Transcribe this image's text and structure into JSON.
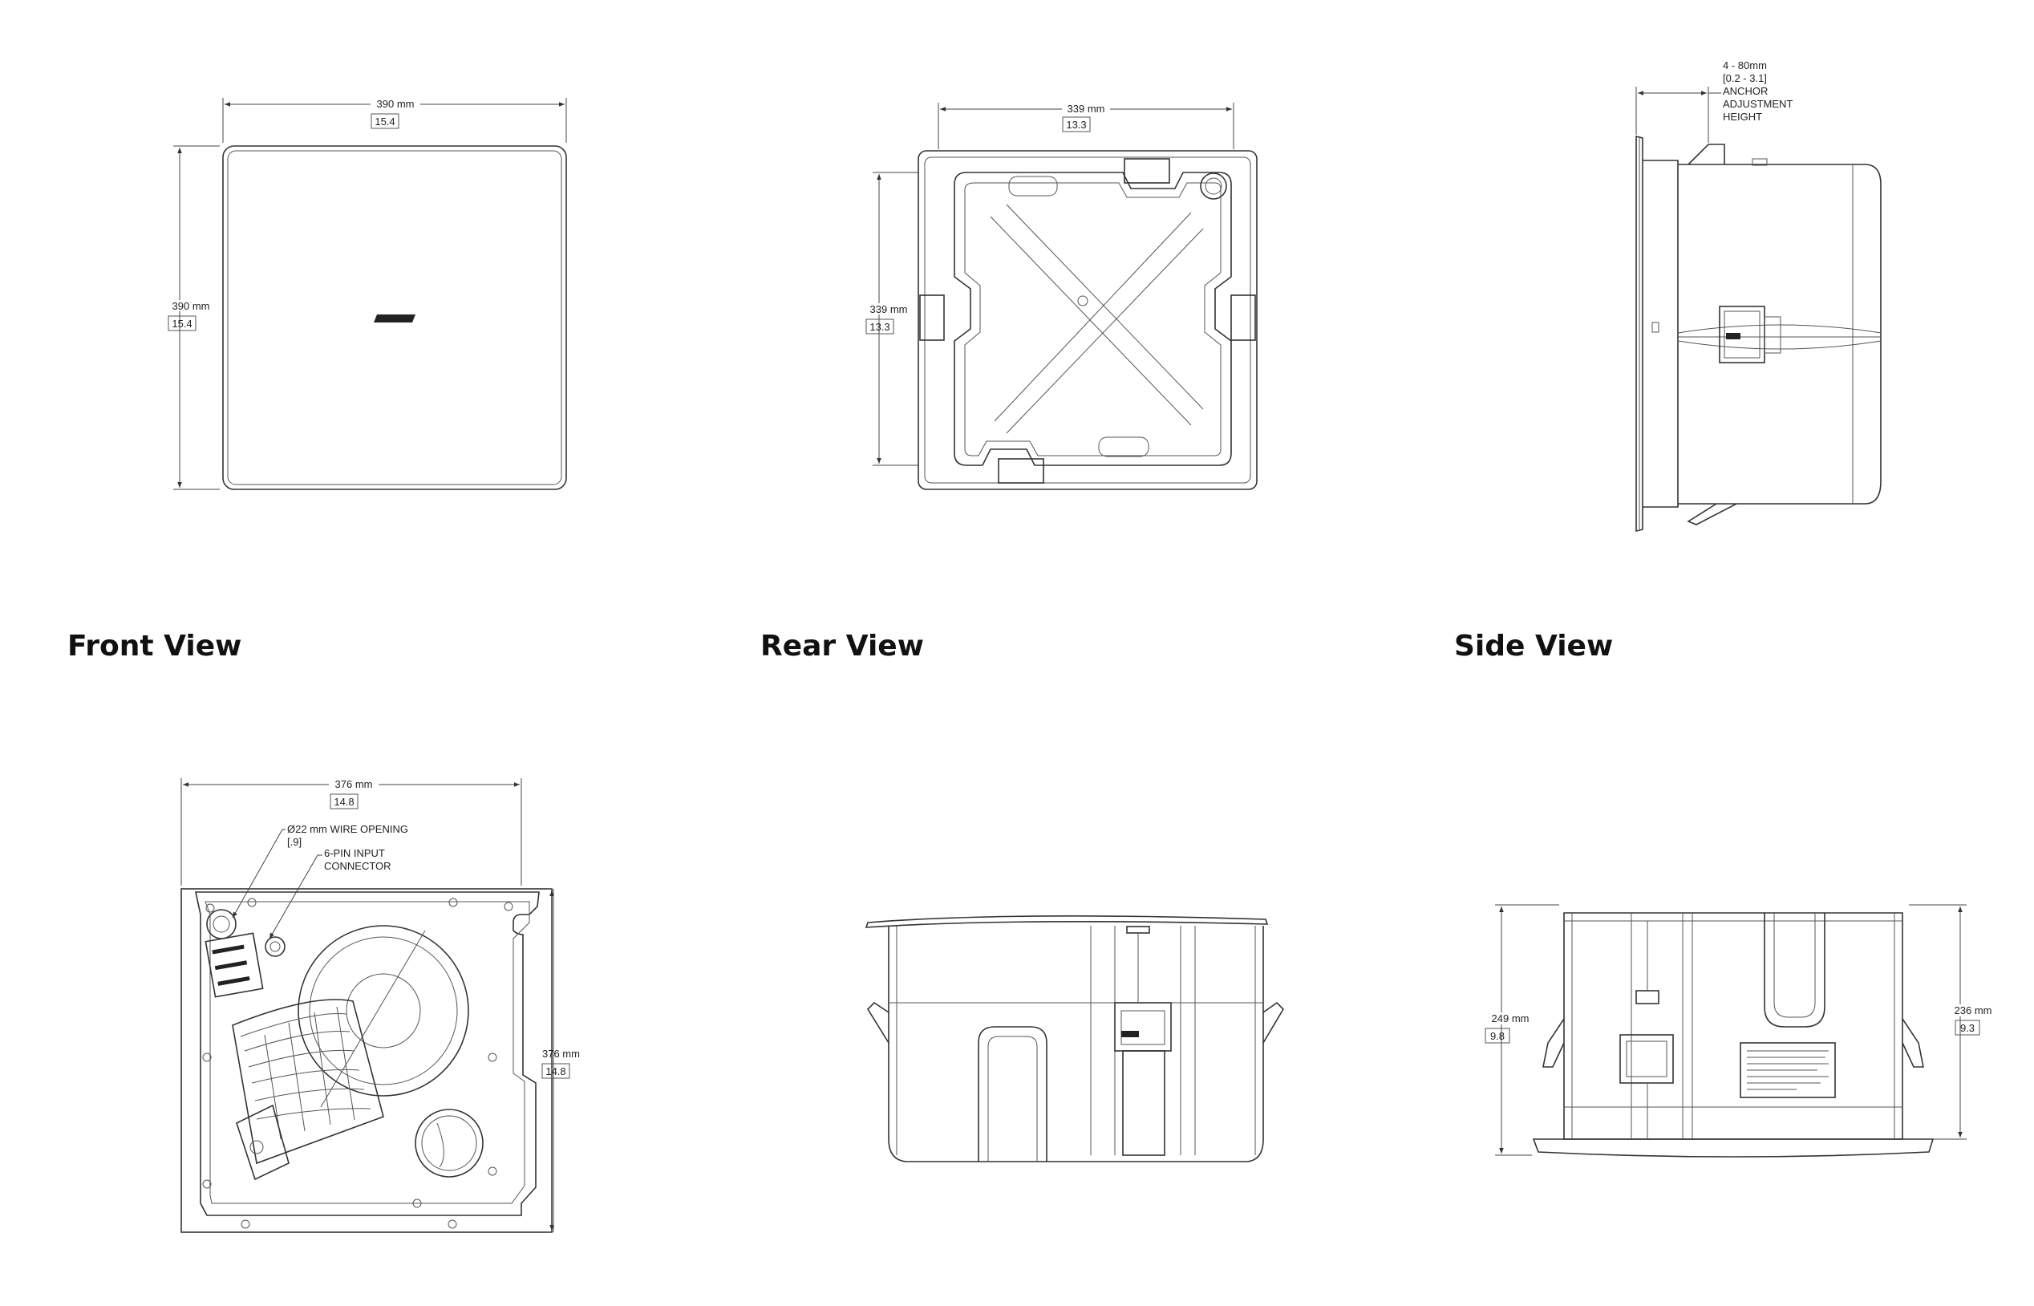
{
  "views": {
    "front": {
      "title": "Front View",
      "width_mm": "390 mm",
      "width_in": "15.4",
      "height_mm": "390 mm",
      "height_in": "15.4"
    },
    "rear": {
      "title": "Rear View",
      "width_mm": "339 mm",
      "width_in": "13.3",
      "height_mm": "339 mm",
      "height_in": "13.3"
    },
    "side": {
      "title": "Side View",
      "anchor_mm": "4 - 80mm",
      "anchor_in": "[0.2 - 3.1]",
      "anchor_line1": "ANCHOR",
      "anchor_line2": "ADJUSTMENT",
      "anchor_line3": "HEIGHT"
    },
    "bottom": {
      "width_mm": "376 mm",
      "width_in": "14.8",
      "height_mm": "376  mm",
      "height_in": "14.8",
      "wire_opening": "Ø22 mm WIRE OPENING",
      "wire_opening_in": "[.9]",
      "connector_line1": "6-PIN INPUT",
      "connector_line2": "CONNECTOR"
    },
    "profile": {
      "left_height_mm": "249 mm",
      "left_height_in": "9.8",
      "right_height_mm": "236 mm",
      "right_height_in": "9.3"
    }
  },
  "colors": {
    "line": "#333333",
    "title": "#111111",
    "background": "#ffffff"
  }
}
